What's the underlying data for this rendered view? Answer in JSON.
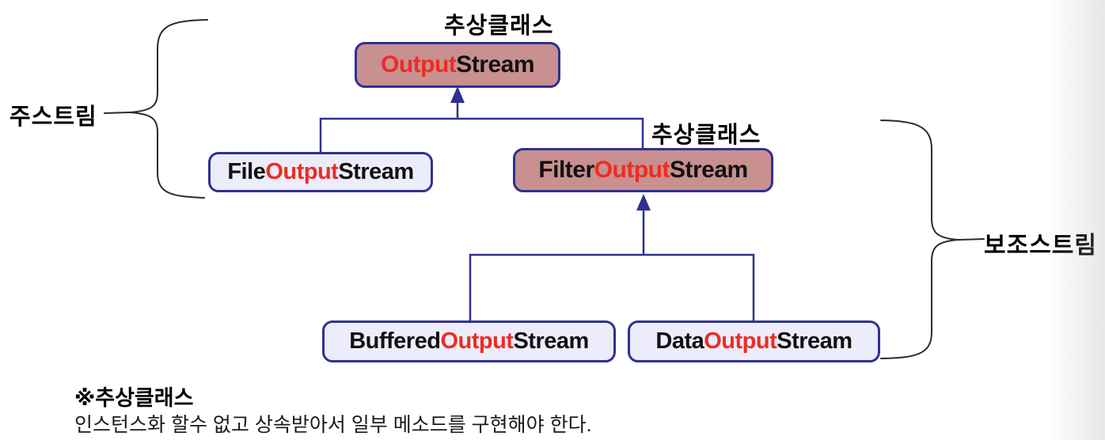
{
  "colors": {
    "abstract_box_fill": "#c8908f",
    "concrete_box_fill": "#edecfa",
    "box_border": "#2e3192",
    "connector_line": "#2e3192",
    "brace_line": "#2b2b2b",
    "name_highlight_red": "#ed2c23",
    "name_text_black": "#111111"
  },
  "labels": {
    "abstract_class_top": "추상클래스",
    "abstract_class_filter": "추상클래스",
    "main_stream": "주스트림",
    "aux_stream": "보조스트림"
  },
  "classes": {
    "output_stream": {
      "kind": "abstract",
      "segments": [
        {
          "text": "Output",
          "color": "red"
        },
        {
          "text": "Stream",
          "color": "black"
        }
      ]
    },
    "file_output_stream": {
      "kind": "concrete",
      "segments": [
        {
          "text": "File",
          "color": "black"
        },
        {
          "text": "Output",
          "color": "red"
        },
        {
          "text": "Stream",
          "color": "black"
        }
      ]
    },
    "filter_output_stream": {
      "kind": "abstract",
      "segments": [
        {
          "text": "Filter",
          "color": "black"
        },
        {
          "text": "Output",
          "color": "red"
        },
        {
          "text": "Stream",
          "color": "black"
        }
      ]
    },
    "buffered_output_stream": {
      "kind": "concrete",
      "segments": [
        {
          "text": "Buffered",
          "color": "black"
        },
        {
          "text": "Output",
          "color": "red"
        },
        {
          "text": "Stream",
          "color": "black"
        }
      ]
    },
    "data_output_stream": {
      "kind": "concrete",
      "segments": [
        {
          "text": "Data",
          "color": "black"
        },
        {
          "text": "Output",
          "color": "red"
        },
        {
          "text": "Stream",
          "color": "black"
        }
      ]
    }
  },
  "note": {
    "title": "※추상클래스",
    "body": "인스턴스화 할수 없고 상속받아서 일부 메소드를 구현해야 한다."
  }
}
